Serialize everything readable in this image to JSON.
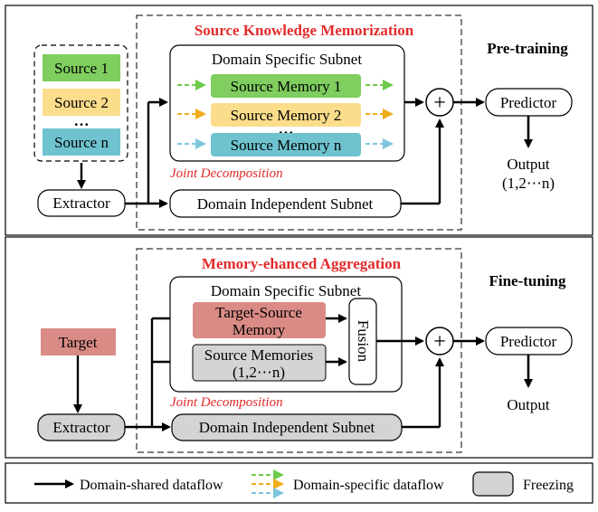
{
  "colors": {
    "source_green": "#7fce5f",
    "source_yellow": "#fbdd8b",
    "source_blue": "#6ec3cf",
    "target_red": "#da8b86",
    "freeze_gray": "#d9d9d9",
    "title_red": "#e32b2b",
    "arrow_green": "#6fcb4c",
    "arrow_orange": "#f0ad1c",
    "arrow_blue": "#7cc7dd"
  },
  "pretrain": {
    "section_title": "Pre-training",
    "module_title": "Source Knowledge Memorization",
    "sources": [
      "Source 1",
      "Source 2",
      "Source n"
    ],
    "sources_ellipsis": "…",
    "extractor": "Extractor",
    "subnet_title": "Domain Specific Subnet",
    "memories": [
      "Source Memory 1",
      "Source Memory 2",
      "Source Memory n"
    ],
    "memories_ellipsis": "…",
    "joint_label": "Joint Decomposition",
    "independent": "Domain Independent Subnet",
    "plus": "+",
    "predictor": "Predictor",
    "output": "Output",
    "output_range": "(1,2⋯n)"
  },
  "finetune": {
    "section_title": "Fine-tuning",
    "module_title": "Memory-ehanced Aggregation",
    "target": "Target",
    "extractor": "Extractor",
    "subnet_title": "Domain Specific Subnet",
    "ts_memory_line1": "Target-Source",
    "ts_memory_line2": "Memory",
    "src_memories_line1": "Source Memories",
    "src_memories_line2": "(1,2⋯n)",
    "fusion": "Fusion",
    "joint_label": "Joint Decomposition",
    "independent": "Domain Independent Subnet",
    "plus": "+",
    "predictor": "Predictor",
    "output": "Output"
  },
  "legend": {
    "shared": "Domain-shared dataflow",
    "specific": "Domain-specific dataflow",
    "freezing": "Freezing"
  }
}
